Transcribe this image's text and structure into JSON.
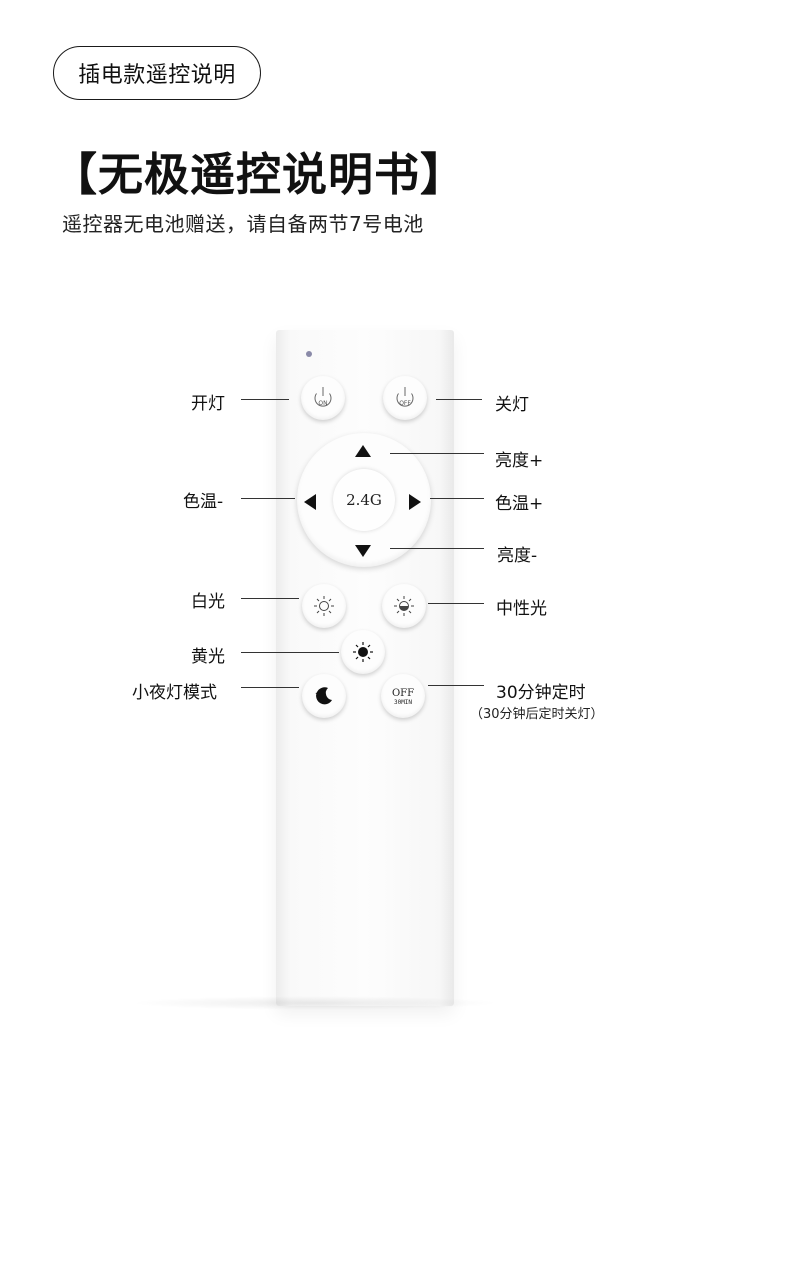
{
  "header": {
    "pill_label": "插电款遥控说明",
    "title": "【无极遥控说明书】",
    "subtitle": "遥控器无电池赠送，请自备两节7号电池"
  },
  "remote": {
    "center_text": "2.4G",
    "on_text": "ON",
    "off_text": "OFF",
    "timer_off": "OFF",
    "timer_min": "30MIN"
  },
  "labels": {
    "on": "开灯",
    "off": "关灯",
    "brightness_up": "亮度+",
    "color_temp_down": "色温-",
    "color_temp_up": "色温+",
    "brightness_down": "亮度-",
    "white_light": "白光",
    "neutral_light": "中性光",
    "yellow_light": "黄光",
    "night_mode": "小夜灯模式",
    "timer": "30分钟定时",
    "timer_note": "（30分钟后定时关灯）"
  },
  "icons": [
    "power-icon",
    "arrow-up-icon",
    "arrow-down-icon",
    "arrow-left-icon",
    "arrow-right-icon",
    "sun-outline-icon",
    "sun-half-icon",
    "sun-solid-icon",
    "moon-star-icon"
  ]
}
